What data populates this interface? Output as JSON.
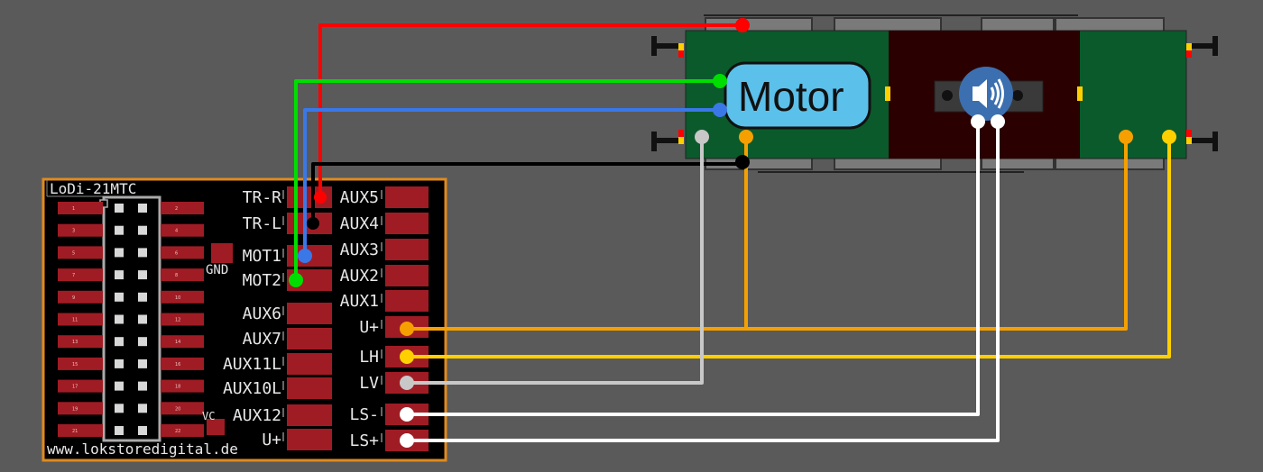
{
  "board": {
    "title": "LoDi-21MTC",
    "url": "www.lokstoredigital.de",
    "gnd_label": "GND",
    "vc_label": "VC",
    "left_pins": [
      "TR-R",
      "TR-L",
      "MOT1",
      "MOT2",
      "AUX6",
      "AUX7",
      "AUX11L",
      "AUX10L",
      "AUX12",
      "U+"
    ],
    "right_pins": [
      "AUX5",
      "AUX4",
      "AUX3",
      "AUX2",
      "AUX1",
      "U+",
      "LH",
      "LV",
      "LS-",
      "LS+"
    ],
    "pad_numbers_left": [
      "1",
      "3",
      "5",
      "7",
      "9",
      "11",
      "13",
      "15",
      "17",
      "19",
      "21"
    ],
    "pad_numbers_right": [
      "2",
      "4",
      "6",
      "8",
      "10",
      "12",
      "14",
      "16",
      "18",
      "20",
      "22"
    ]
  },
  "locomotive": {
    "motor_label": "Motor",
    "speaker_icon": "speaker-icon"
  },
  "colors": {
    "red": "#ff0000",
    "green": "#00dd00",
    "blue": "#3a78e8",
    "black": "#000000",
    "gray": "#c8c8c8",
    "orange": "#f5a000",
    "yellow": "#ffd000",
    "white": "#ffffff",
    "board": "#000000",
    "board_border": "#e08a1e",
    "pad": "#a01c24",
    "loco_green": "#0b5a2c",
    "loco_dark": "#2a0000",
    "motor_fill": "#5bc0ea"
  }
}
